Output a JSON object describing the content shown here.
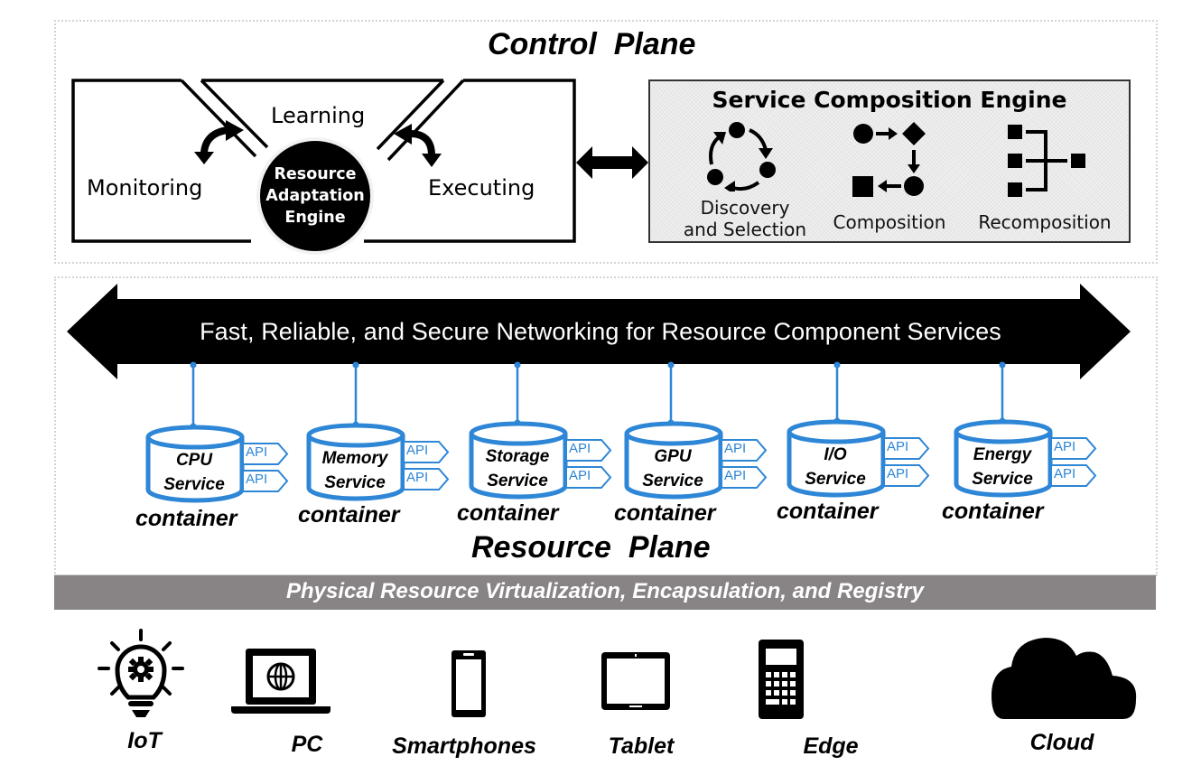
{
  "control_plane": {
    "title": "Control  Plane",
    "loop": {
      "monitoring": "Monitoring",
      "learning": "Learning",
      "executing": "Executing",
      "engine_lines": [
        "Resource",
        "Adaptation",
        "Engine"
      ]
    },
    "link_icon": "double-headed-arrow-icon",
    "service_composition_engine": {
      "title": "Service Composition Engine",
      "items": [
        {
          "icon": "discovery-cycle-icon",
          "label_lines": [
            "Discovery",
            "and Selection"
          ]
        },
        {
          "icon": "composition-flow-icon",
          "label_lines": [
            "Composition"
          ]
        },
        {
          "icon": "recomposition-tree-icon",
          "label_lines": [
            "Recomposition"
          ]
        }
      ]
    }
  },
  "network": {
    "label": "Fast, Reliable, and Secure Networking for Resource Component Services"
  },
  "resource_plane": {
    "title": "Resource  Plane",
    "api_label": "API",
    "accent_color": "#2e86d6",
    "containers": [
      {
        "name_lines": [
          "CPU",
          "Service"
        ],
        "caption": "container"
      },
      {
        "name_lines": [
          "Memory",
          "Service"
        ],
        "caption": "container"
      },
      {
        "name_lines": [
          "Storage",
          "Service"
        ],
        "caption": "container"
      },
      {
        "name_lines": [
          "GPU",
          "Service"
        ],
        "caption": "container"
      },
      {
        "name_lines": [
          "I/O",
          "Service"
        ],
        "caption": "container"
      },
      {
        "name_lines": [
          "Energy",
          "Service"
        ],
        "caption": "container"
      }
    ]
  },
  "physical_layer": {
    "label": "Physical Resource Virtualization, Encapsulation, and Registry",
    "color": "#888384"
  },
  "devices": [
    {
      "icon": "iot-lightbulb-icon",
      "label": "IoT"
    },
    {
      "icon": "laptop-icon",
      "label": "PC"
    },
    {
      "icon": "smartphone-icon",
      "label": "Smartphones"
    },
    {
      "icon": "tablet-icon",
      "label": "Tablet"
    },
    {
      "icon": "edge-device-icon",
      "label": "Edge"
    },
    {
      "icon": "cloud-icon",
      "label": "Cloud"
    }
  ]
}
